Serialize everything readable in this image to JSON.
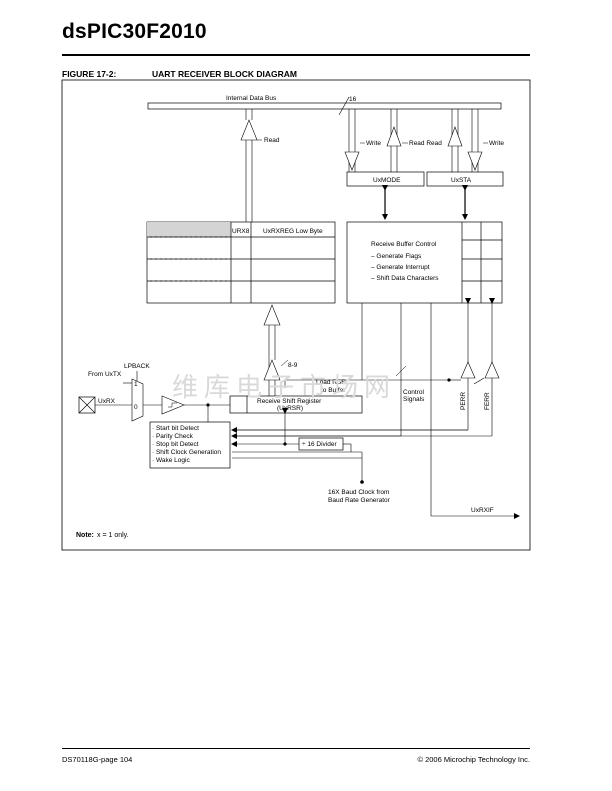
{
  "header": {
    "title": "dsPIC30F2010"
  },
  "figure": {
    "number": "FIGURE 17-2:",
    "title": "UART RECEIVER BLOCK DIAGRAM"
  },
  "diagram": {
    "bus_label": "Internal Data Bus",
    "bus_width": "16",
    "read": "Read",
    "write": "Write",
    "read_read": "Read Read",
    "uxmode": "UxMODE",
    "uxsta": "UxSTA",
    "urx8": "URX8",
    "uxrxreg": "UxRXREG Low Byte",
    "rbc_title": "Receive Buffer Control",
    "rbc_items": [
      "– Generate Flags",
      "– Generate Interrupt",
      "– Shift Data Characters"
    ],
    "lpback": "LPBACK",
    "from_uxtx": "From UxTX",
    "mux_1": "1",
    "mux_0": "0",
    "uxrx": "UxRX",
    "bits": "8-9",
    "load_rsr_1": "Load RSR",
    "load_rsr_2": "to Buffer",
    "control_1": "Control",
    "control_2": "Signals",
    "perr": "PERR",
    "ferr": "FERR",
    "rsr_1": "Receive Shift Register",
    "rsr_2": "(UxRSR)",
    "logic_items": [
      "· Start bit Detect",
      "· Parity Check",
      "· Stop bit Detect",
      "· Shift Clock Generation",
      "· Wake Logic"
    ],
    "divider": "÷ 16 Divider",
    "baud_1": "16X Baud Clock from",
    "baud_2": "Baud Rate Generator",
    "uxrxif": "UxRXIF",
    "note_label": "Note:",
    "note_text": "x = 1 only."
  },
  "watermark": "维库电子市场网",
  "footer": {
    "left": "DS70118G-page 104",
    "right": "© 2006 Microchip Technology Inc."
  }
}
